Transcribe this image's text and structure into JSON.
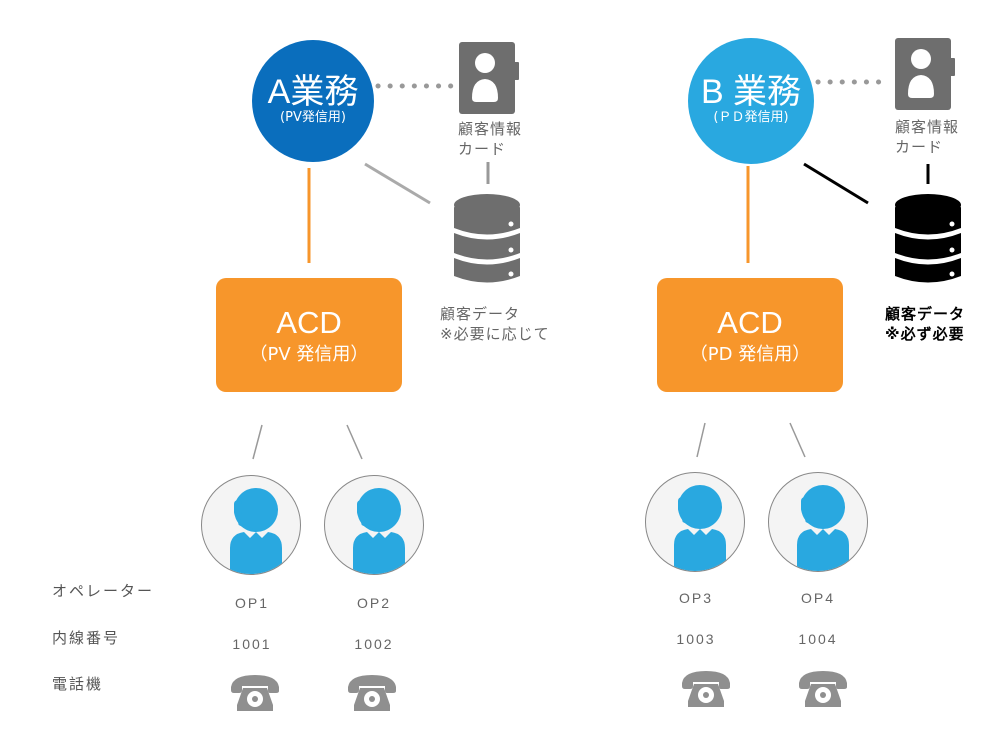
{
  "colors": {
    "biz_a": "#0A6EBD",
    "biz_b": "#29A8E0",
    "acd": "#F7962B",
    "operator": "#29A8E0",
    "icon_gray": "#6E6E6E",
    "db_b": "#000000"
  },
  "group_a": {
    "business": {
      "title": "A業務",
      "subtitle": "(PV発信用)"
    },
    "card": {
      "icon": "customer-card-icon",
      "label_line1": "顧客情報",
      "label_line2": "カード"
    },
    "database": {
      "icon": "database-icon",
      "label_line1": "顧客データ",
      "label_line2": "※必要に応じて"
    },
    "acd": {
      "title": "ACD",
      "subtitle": "（PV 発信用）"
    },
    "operators": [
      {
        "name": "OP1",
        "extension": "1001"
      },
      {
        "name": "OP2",
        "extension": "1002"
      }
    ]
  },
  "group_b": {
    "business": {
      "title": "B 業務",
      "subtitle": "(ＰＤ発信用)"
    },
    "card": {
      "icon": "customer-card-icon",
      "label_line1": "顧客情報",
      "label_line2": "カード"
    },
    "database": {
      "icon": "database-icon",
      "label_line1": "顧客データ",
      "label_line2": "※必ず必要"
    },
    "acd": {
      "title": "ACD",
      "subtitle": "（PD 発信用）"
    },
    "operators": [
      {
        "name": "OP3",
        "extension": "1003"
      },
      {
        "name": "OP4",
        "extension": "1004"
      }
    ]
  },
  "row_labels": {
    "operator": "オペレーター",
    "extension": "内線番号",
    "phone": "電話機"
  }
}
